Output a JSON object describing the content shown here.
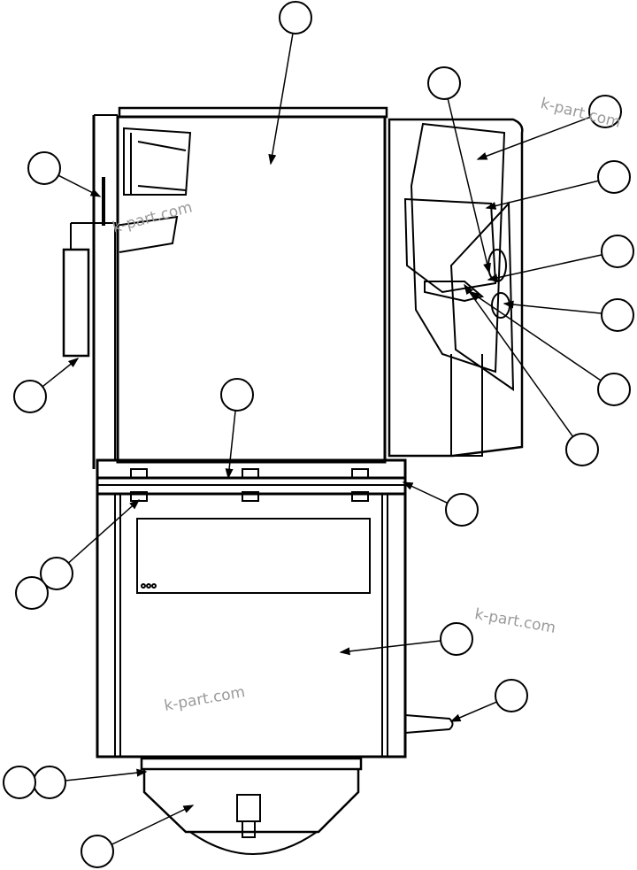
{
  "diagram": {
    "watermarks": [
      "k-part.com",
      "k-part.com",
      "k-part.com",
      "k-part.com"
    ],
    "line_color": "#000000",
    "watermark_color": "#9a9a9a",
    "callouts": [
      {
        "circle": [
          334,
          20
        ],
        "target": [
          306,
          185
        ]
      },
      {
        "circle": [
          502,
          94
        ],
        "target": [
          553,
          308
        ]
      },
      {
        "circle": [
          684,
          126
        ],
        "target": [
          540,
          180
        ]
      },
      {
        "circle": [
          694,
          200
        ],
        "target": [
          550,
          235
        ]
      },
      {
        "circle": [
          698,
          284
        ],
        "target": [
          552,
          316
        ]
      },
      {
        "circle": [
          698,
          356
        ],
        "target": [
          570,
          343
        ]
      },
      {
        "circle": [
          694,
          440
        ],
        "target": [
          532,
          330
        ]
      },
      {
        "circle": [
          658,
          508
        ],
        "target": [
          525,
          322
        ]
      },
      {
        "circle": [
          268,
          446
        ],
        "target": [
          258,
          540
        ]
      },
      {
        "circle": [
          522,
          576
        ],
        "target": [
          456,
          545
        ]
      },
      {
        "circle": [
          64,
          648
        ],
        "target": [
          157,
          565
        ]
      },
      {
        "circle": [
          36,
          670
        ],
        "target": null
      },
      {
        "circle": [
          516,
          722
        ],
        "target": [
          385,
          737
        ]
      },
      {
        "circle": [
          578,
          786
        ],
        "target": [
          510,
          815
        ]
      },
      {
        "circle": [
          56,
          884
        ],
        "target": [
          165,
          872
        ]
      },
      {
        "circle": [
          22,
          884
        ],
        "target": null
      },
      {
        "circle": [
          110,
          962
        ],
        "target": [
          218,
          910
        ]
      },
      {
        "circle": [
          50,
          190
        ],
        "target": [
          113,
          222
        ]
      },
      {
        "circle": [
          34,
          448
        ],
        "target": [
          88,
          405
        ]
      }
    ]
  }
}
